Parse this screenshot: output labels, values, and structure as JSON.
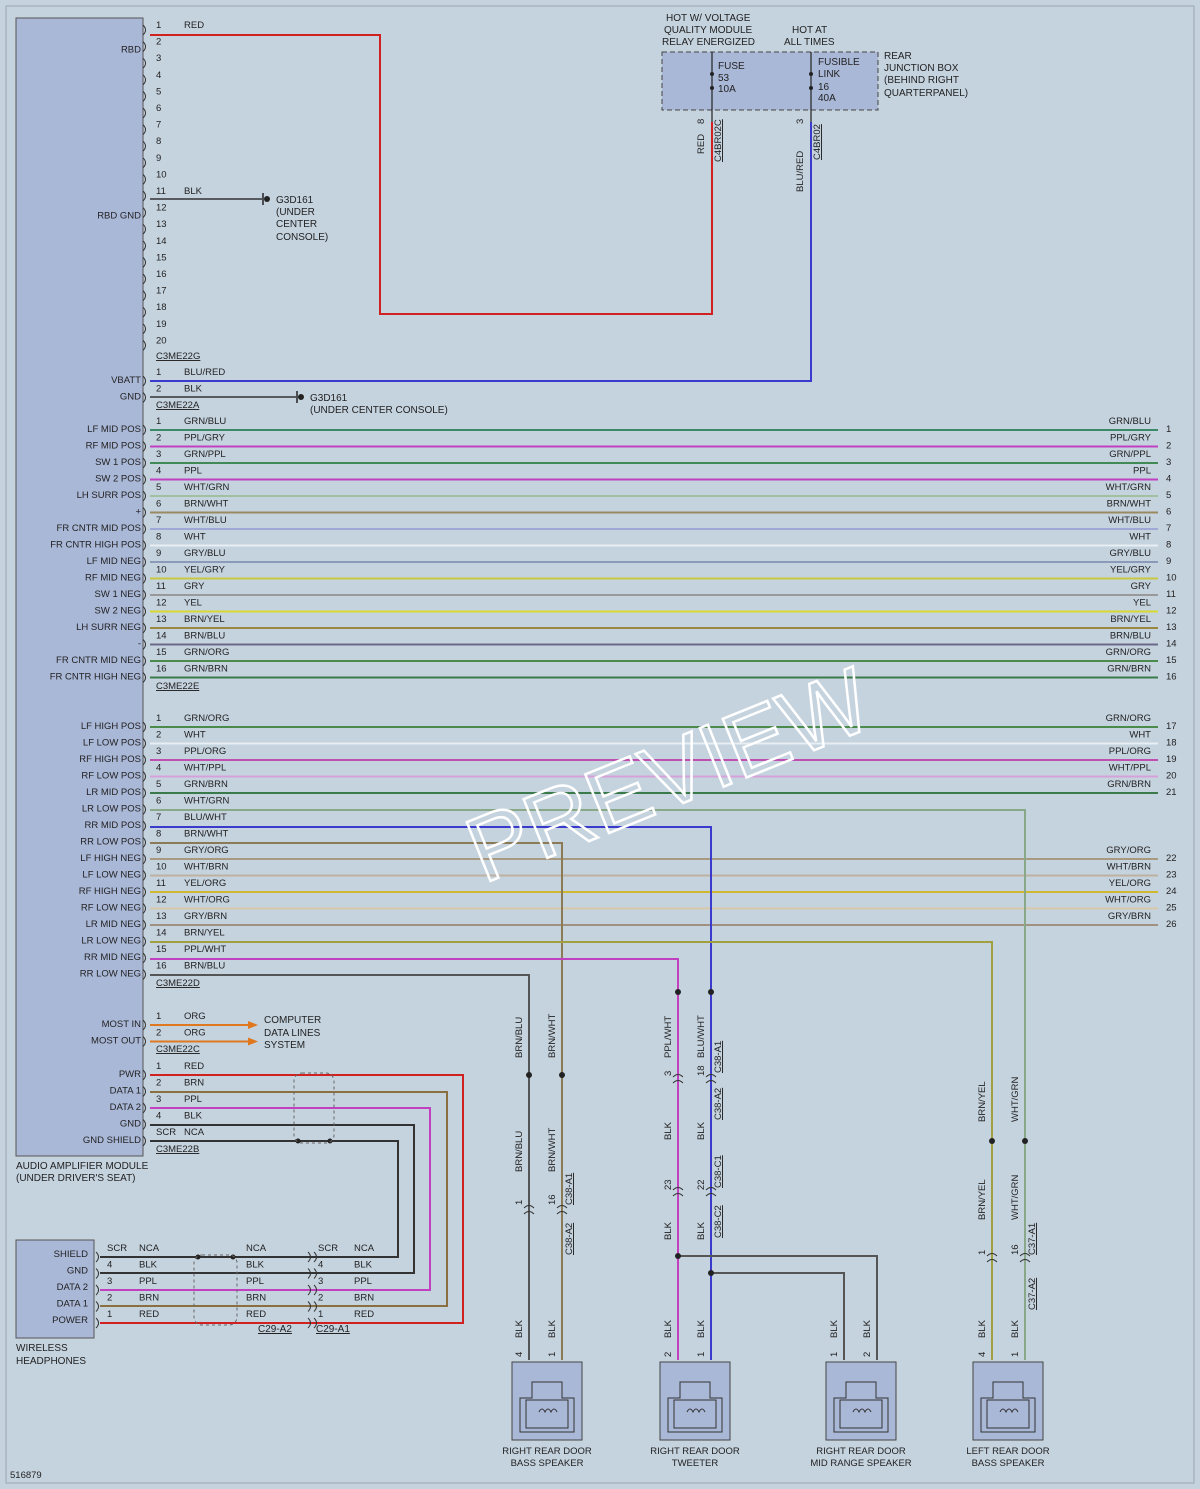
{
  "diagram_id": "516879",
  "amp": {
    "name": [
      "AUDIO AMPLIFIER MODULE",
      "(UNDER DRIVER'S SEAT)"
    ],
    "g": {
      "connector": "C3ME22G",
      "pins": [
        {
          "n": "1",
          "sig": "",
          "color": "RED"
        },
        {
          "n": "2",
          "sig": "RBD",
          "color": ""
        },
        {
          "n": "3",
          "sig": "",
          "color": ""
        },
        {
          "n": "4",
          "sig": "",
          "color": ""
        },
        {
          "n": "5",
          "sig": "",
          "color": ""
        },
        {
          "n": "6",
          "sig": "",
          "color": ""
        },
        {
          "n": "7",
          "sig": "",
          "color": ""
        },
        {
          "n": "8",
          "sig": "",
          "color": ""
        },
        {
          "n": "9",
          "sig": "",
          "color": ""
        },
        {
          "n": "10",
          "sig": "",
          "color": ""
        },
        {
          "n": "11",
          "sig": "",
          "color": "BLK"
        },
        {
          "n": "12",
          "sig": "RBD GND",
          "color": ""
        },
        {
          "n": "13",
          "sig": "",
          "color": ""
        },
        {
          "n": "14",
          "sig": "",
          "color": ""
        },
        {
          "n": "15",
          "sig": "",
          "color": ""
        },
        {
          "n": "16",
          "sig": "",
          "color": ""
        },
        {
          "n": "17",
          "sig": "",
          "color": ""
        },
        {
          "n": "18",
          "sig": "",
          "color": ""
        },
        {
          "n": "19",
          "sig": "",
          "color": ""
        },
        {
          "n": "20",
          "sig": "",
          "color": ""
        }
      ]
    },
    "a": {
      "connector": "C3ME22A",
      "pins": [
        {
          "n": "1",
          "sig": "VBATT",
          "color": "BLU/RED"
        },
        {
          "n": "2",
          "sig": "GND",
          "color": "BLK"
        }
      ]
    },
    "e": {
      "connector": "C3ME22E",
      "pins": [
        {
          "n": "1",
          "sig": "LF MID POS",
          "color": "GRN/BLU",
          "out": "1"
        },
        {
          "n": "2",
          "sig": "RF MID POS",
          "color": "PPL/GRY",
          "out": "2"
        },
        {
          "n": "3",
          "sig": "SW 1 POS",
          "color": "GRN/PPL",
          "out": "3"
        },
        {
          "n": "4",
          "sig": "SW 2 POS",
          "color": "PPL",
          "out": "4"
        },
        {
          "n": "5",
          "sig": "LH SURR POS",
          "color": "WHT/GRN",
          "out": "5"
        },
        {
          "n": "6",
          "sig": "+",
          "color": "BRN/WHT",
          "out": "6"
        },
        {
          "n": "7",
          "sig": "FR CNTR MID POS",
          "color": "WHT/BLU",
          "out": "7"
        },
        {
          "n": "8",
          "sig": "FR CNTR HIGH POS",
          "color": "WHT",
          "out": "8"
        },
        {
          "n": "9",
          "sig": "LF MID NEG",
          "color": "GRY/BLU",
          "out": "9"
        },
        {
          "n": "10",
          "sig": "RF MID NEG",
          "color": "YEL/GRY",
          "out": "10"
        },
        {
          "n": "11",
          "sig": "SW 1 NEG",
          "color": "GRY",
          "out": "11"
        },
        {
          "n": "12",
          "sig": "SW 2 NEG",
          "color": "YEL",
          "out": "12"
        },
        {
          "n": "13",
          "sig": "LH SURR NEG",
          "color": "BRN/YEL",
          "out": "13"
        },
        {
          "n": "14",
          "sig": "-",
          "color": "BRN/BLU",
          "out": "14"
        },
        {
          "n": "15",
          "sig": "FR CNTR MID NEG",
          "color": "GRN/ORG",
          "out": "15"
        },
        {
          "n": "16",
          "sig": "FR CNTR HIGH NEG",
          "color": "GRN/BRN",
          "out": "16"
        }
      ]
    },
    "d": {
      "connector": "C3ME22D",
      "pins": [
        {
          "n": "1",
          "sig": "LF HIGH POS",
          "color": "GRN/ORG",
          "rcolor": "GRN/ORG",
          "out": "17"
        },
        {
          "n": "2",
          "sig": "LF LOW POS",
          "color": "WHT",
          "rcolor": "WHT",
          "out": "18"
        },
        {
          "n": "3",
          "sig": "RF HIGH POS",
          "color": "PPL/ORG",
          "rcolor": "PPL/ORG",
          "out": "19"
        },
        {
          "n": "4",
          "sig": "RF LOW POS",
          "color": "WHT/PPL",
          "rcolor": "WHT/PPL",
          "out": "20"
        },
        {
          "n": "5",
          "sig": "LR MID POS",
          "color": "GRN/BRN",
          "rcolor": "GRN/BRN",
          "out": "21"
        },
        {
          "n": "6",
          "sig": "LR LOW POS",
          "color": "WHT/GRN",
          "rcolor": "",
          "out": ""
        },
        {
          "n": "7",
          "sig": "RR MID POS",
          "color": "BLU/WHT",
          "rcolor": "",
          "out": ""
        },
        {
          "n": "8",
          "sig": "RR LOW POS",
          "color": "BRN/WHT",
          "rcolor": "",
          "out": ""
        },
        {
          "n": "9",
          "sig": "LF HIGH NEG",
          "color": "GRY/ORG",
          "rcolor": "GRY/ORG",
          "out": "22"
        },
        {
          "n": "10",
          "sig": "LF LOW NEG",
          "color": "WHT/BRN",
          "rcolor": "WHT/BRN",
          "out": "23"
        },
        {
          "n": "11",
          "sig": "RF HIGH NEG",
          "color": "YEL/ORG",
          "rcolor": "YEL/ORG",
          "out": "24"
        },
        {
          "n": "12",
          "sig": "RF LOW NEG",
          "color": "WHT/ORG",
          "rcolor": "WHT/ORG",
          "out": "25"
        },
        {
          "n": "13",
          "sig": "LR MID NEG",
          "color": "GRY/BRN",
          "rcolor": "GRY/BRN",
          "out": "26"
        },
        {
          "n": "14",
          "sig": "LR LOW NEG",
          "color": "BRN/YEL",
          "rcolor": "",
          "out": ""
        },
        {
          "n": "15",
          "sig": "RR MID NEG",
          "color": "PPL/WHT",
          "rcolor": "",
          "out": ""
        },
        {
          "n": "16",
          "sig": "RR LOW NEG",
          "color": "BRN/BLU",
          "rcolor": "",
          "out": ""
        }
      ]
    },
    "c": {
      "connector": "C3ME22C",
      "pins": [
        {
          "n": "1",
          "sig": "MOST IN",
          "color": "ORG"
        },
        {
          "n": "2",
          "sig": "MOST OUT",
          "color": "ORG"
        }
      ],
      "dest": [
        "COMPUTER",
        "DATA LINES",
        "SYSTEM"
      ]
    },
    "b": {
      "connector": "C3ME22B",
      "pins": [
        {
          "n": "1",
          "sig": "PWR",
          "color": "RED"
        },
        {
          "n": "2",
          "sig": "DATA 1",
          "color": "BRN"
        },
        {
          "n": "3",
          "sig": "DATA 2",
          "color": "PPL"
        },
        {
          "n": "4",
          "sig": "GND",
          "color": "BLK"
        },
        {
          "n": "SCR",
          "sig": "GND SHIELD",
          "color": "NCA"
        }
      ]
    }
  },
  "ground": {
    "id": "G3D161",
    "loc1": [
      "(UNDER",
      "CENTER",
      "CONSOLE)"
    ],
    "loc2": "(UNDER CENTER CONSOLE)"
  },
  "rjb": {
    "hot1": [
      "HOT W/ VOLTAGE",
      "QUALITY MODULE",
      "RELAY ENERGIZED"
    ],
    "hot2": [
      "HOT AT",
      "ALL TIMES"
    ],
    "fuse": [
      "FUSE",
      "53",
      "10A"
    ],
    "link": [
      "FUSIBLE",
      "LINK",
      "16",
      "40A"
    ],
    "name": [
      "REAR",
      "JUNCTION BOX",
      "(BEHIND RIGHT",
      "QUARTERPANEL)"
    ],
    "pin1": "8",
    "pin2": "3",
    "conn": "C4BR02C",
    "conn2": "C4BR02",
    "wire1": "RED",
    "wire2": "BLU/RED"
  },
  "headphones": {
    "name": [
      "WIRELESS",
      "HEADPHONES"
    ],
    "rows": [
      {
        "sig": "SHIELD",
        "l": "SCR",
        "lc": "NCA",
        "m": "NCA",
        "r": "SCR",
        "rc": "NCA"
      },
      {
        "sig": "GND",
        "l": "4",
        "lc": "BLK",
        "m": "BLK",
        "r": "4",
        "rc": "BLK"
      },
      {
        "sig": "DATA 2",
        "l": "3",
        "lc": "PPL",
        "m": "PPL",
        "r": "3",
        "rc": "PPL"
      },
      {
        "sig": "DATA 1",
        "l": "2",
        "lc": "BRN",
        "m": "BRN",
        "r": "2",
        "rc": "BRN"
      },
      {
        "sig": "POWER",
        "l": "1",
        "lc": "RED",
        "m": "RED",
        "r": "1",
        "rc": "RED"
      }
    ],
    "c1": "C29-A2",
    "c2": "C29-A1"
  },
  "speakers": [
    {
      "name": [
        "RIGHT REAR DOOR",
        "BASS SPEAKER"
      ]
    },
    {
      "name": [
        "RIGHT REAR DOOR",
        "TWEETER"
      ]
    },
    {
      "name": [
        "RIGHT REAR DOOR",
        "MID RANGE SPEAKER"
      ]
    },
    {
      "name": [
        "LEFT REAR DOOR",
        "BASS SPEAKER"
      ]
    }
  ],
  "vlabels": {
    "rrb": {
      "w1": "BRN/BLU",
      "w2": "BRN/WHT",
      "p1": "1",
      "p2": "16",
      "ca2": "C38-A2",
      "ca1": "C38-A1",
      "pb1": "4",
      "pb2": "1",
      "blk": "BLK"
    },
    "tw": {
      "w1": "PPL/WHT",
      "w2": "BLU/WHT",
      "p1": "3",
      "p2": "18",
      "ca1": "C38-A1",
      "ca2": "C38-A2",
      "p3": "23",
      "p4": "22",
      "cc1": "C38-C1",
      "cc2": "C38-C2",
      "pb1": "2",
      "pb2": "1",
      "blk": "BLK"
    },
    "mid": {
      "pb1": "1",
      "pb2": "2",
      "blk": "BLK"
    },
    "lrb": {
      "w1": "BRN/YEL",
      "w2": "WHT/GRN",
      "p1": "1",
      "p2": "16",
      "ca1": "C37-A1",
      "ca2": "C37-A2",
      "pb1": "4",
      "pb2": "1",
      "blk": "BLK"
    }
  },
  "watermark": "PREVIEW"
}
